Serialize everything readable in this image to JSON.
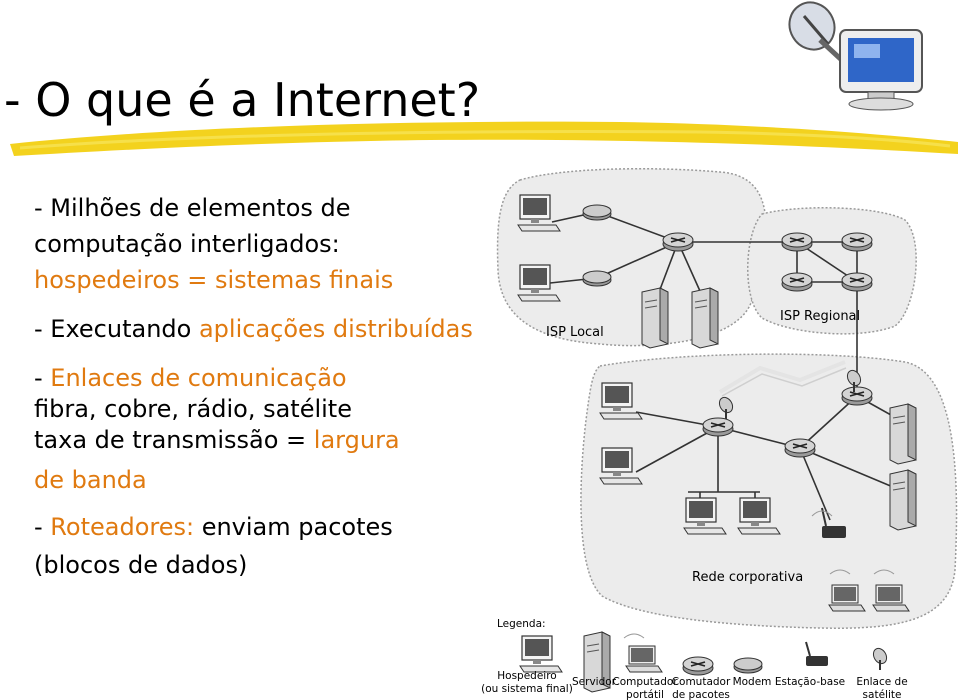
{
  "title": "- O que é a Internet?",
  "bullets": {
    "b1_line1": "- Milhões de elementos de",
    "b1_line2": "computação interligados:",
    "b1_line3": "hospedeiros = sistemas finais",
    "b2_prefix": "- Executando ",
    "b2_highlight": "aplicações distribuídas",
    "b3_prefix": "- ",
    "b3_highlight": "Enlaces de comunicação",
    "b3_line2": "fibra, cobre, rádio, satélite",
    "b3_line3_prefix": "taxa de transmissão = ",
    "b3_line3_highlight": "largura",
    "b3_line4": "de banda",
    "b4_prefix": "- ",
    "b4_highlight": "Roteadores:",
    "b4_suffix": " enviam pacotes",
    "b4_line2": "(blocos de dados)"
  },
  "diagram": {
    "isp_local": "ISP Local",
    "isp_regional": "ISP Regional",
    "rede_corporativa": "Rede corporativa"
  },
  "legend": {
    "title": "Legenda:",
    "items": [
      {
        "line1": "Hospedeiro",
        "line2": "(ou sistema final)"
      },
      {
        "line1": "Servidor",
        "line2": ""
      },
      {
        "line1": "Computador",
        "line2": "portátil"
      },
      {
        "line1": "Comutador",
        "line2": "de pacotes"
      },
      {
        "line1": "Modem",
        "line2": ""
      },
      {
        "line1": "Estação-base",
        "line2": ""
      },
      {
        "line1": "Enlace de",
        "line2": "satélite"
      }
    ]
  },
  "colors": {
    "highlight": "#e07a10",
    "brush": "#f2d012",
    "cloud": "#ececec"
  },
  "icons": [
    "satellite-dish-icon",
    "monitor-icon",
    "router-icon",
    "server-icon",
    "laptop-icon",
    "modem-icon",
    "base-station-icon"
  ]
}
